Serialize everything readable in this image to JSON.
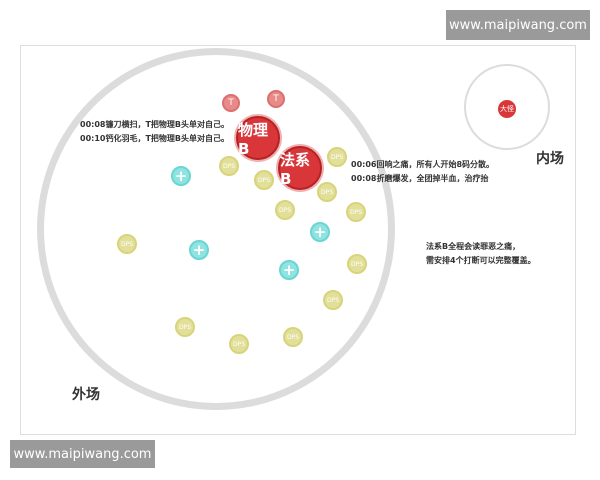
{
  "watermark_top": "www.maipiwang.com",
  "watermark_bottom": "www.maipiwang.com",
  "zones": {
    "outer": "外场",
    "inner": "内场"
  },
  "bosses": {
    "physical": "物理B",
    "magic": "法系B",
    "big": "大怪"
  },
  "tank_label": "T",
  "dps_label": "DPS",
  "heal_label": "+",
  "notes": {
    "left": [
      "00:08镰刀横扫，T把物理B头单对自己。",
      "00:10钙化羽毛，T把物理B头单对自己。"
    ],
    "right": [
      "00:06回响之痛，所有人开始8码分散。",
      "00:08折磨爆发，全团掉半血，治疗抬"
    ],
    "bottom_right": [
      "法系B全程会读罪恶之痛，",
      "需安排4个打断可以完整覆盖。"
    ]
  },
  "colors": {
    "boss": "#d9363a",
    "tank": "#e88a8a",
    "dps": "#e2df9a",
    "heal": "#8fe3e0",
    "ring": "#d8d8d8"
  }
}
